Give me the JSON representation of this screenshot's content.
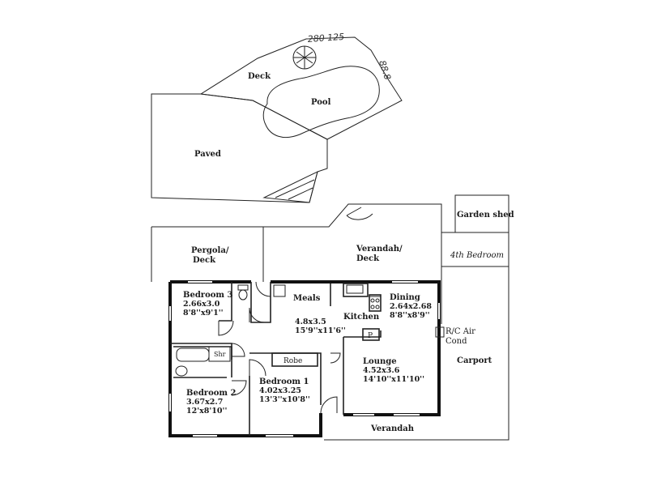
{
  "outdoor": {
    "deck": "Deck",
    "pool": "Pool",
    "paved": "Paved",
    "garden_shed": "Garden shed",
    "fourth_bedroom": "4th Bedroom",
    "pergola": [
      "Pergola/",
      "Deck"
    ],
    "verandah_deck": [
      "Verandah/",
      "Deck"
    ],
    "carport": "Carport",
    "verandah_front": "Verandah",
    "aircond": [
      "R/C Air",
      "Cond"
    ]
  },
  "handwritten": {
    "top": "280  125",
    "side": "88.8"
  },
  "rooms": {
    "bedroom3": {
      "name": "Bedroom 3",
      "metric": "2.66x3.0",
      "imperial": "8'8''x9'1''"
    },
    "meals": {
      "name": "Meals",
      "metric": "4.8x3.5",
      "imperial": "15'9''x11'6''"
    },
    "kitchen": {
      "name": "Kitchen"
    },
    "dining": {
      "name": "Dining",
      "metric": "2.64x2.68",
      "imperial": "8'8''x8'9''"
    },
    "lounge": {
      "name": "Lounge",
      "metric": "4.52x3.6",
      "imperial": "14'10''x11'10''"
    },
    "bedroom1": {
      "name": "Bedroom 1",
      "metric": "4.02x3.25",
      "imperial": "13'3''x10'8''"
    },
    "bedroom2": {
      "name": "Bedroom 2",
      "metric": "3.67x2.7",
      "imperial": "12'x8'10''"
    }
  },
  "fixtures": {
    "shower": "Shr",
    "robe": "Robe",
    "pantry": "P"
  }
}
